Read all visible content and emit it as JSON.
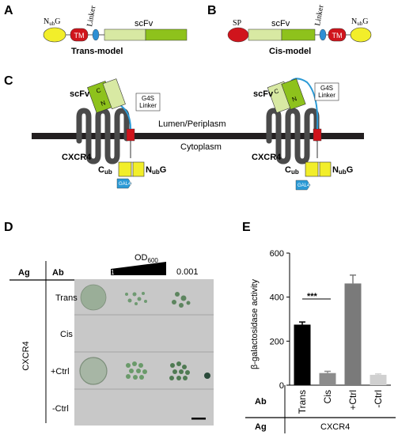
{
  "panels": {
    "A": {
      "letter": "A",
      "nubg": "N",
      "nubg_sub": "ub",
      "nubg_tail": "G",
      "tm": "TM",
      "linker": "Linker",
      "scfv": "scFv",
      "caption": "Trans-model"
    },
    "B": {
      "letter": "B",
      "sp": "SP",
      "scfv": "scFv",
      "linker": "Linker",
      "tm": "TM",
      "nubg": "N",
      "nubg_sub": "ub",
      "nubg_tail": "G",
      "caption": "Cis-model"
    },
    "C": {
      "letter": "C",
      "scfv_left": "scFv",
      "scfv_right": "scFv",
      "c_left": "C",
      "n_left": "N",
      "c_right": "C",
      "n_right": "N",
      "g4s": "G4S",
      "linker": "Linker",
      "lumen": "Lumen/Periplasm",
      "cytoplasm": "Cytoplasm",
      "cxcr4_left": "CXCR4",
      "cxcr4_right": "CXCR4",
      "cub": "C",
      "cub_sub": "ub",
      "nubg": "N",
      "nubg_sub": "ub",
      "nubg_tail": "G",
      "gal4": "GAL4"
    },
    "D": {
      "letter": "D",
      "ag": "Ag",
      "ab": "Ab",
      "od": "OD",
      "od_sub": "600",
      "dil_start": "1",
      "dil_end": "0.001",
      "antigen": "CXCR4",
      "rows": [
        "Trans",
        "Cis",
        "+Ctrl",
        "-Ctrl"
      ]
    },
    "E": {
      "letter": "E",
      "ab": "Ab",
      "ag": "Ag",
      "antigen": "CXCR4",
      "significance": "***"
    }
  },
  "colors": {
    "nubg": "#f2ee2a",
    "tm": "#d0141c",
    "linker": "#2d8fd4",
    "scfv_light": "#d8e9a3",
    "scfv_dark": "#8ec21c",
    "membrane": "#231f20",
    "receptor": "#4a4a4a",
    "g4s_line": "#2a9ad6",
    "gal4": "#2a9ad6",
    "plate_bg": "#c8c8c8",
    "colony": "#6a9a6a",
    "bar_trans": "#000000",
    "bar_cis": "#8c8c8c",
    "bar_pos": "#7a7a7a",
    "bar_neg": "#d0d0d0"
  },
  "chart_data": {
    "type": "bar",
    "title": "",
    "ylabel": "β-galactosidase activity",
    "xlabel": "",
    "categories": [
      "Trans",
      "Cis",
      "+Ctrl",
      "-Ctrl"
    ],
    "values": [
      275,
      55,
      462,
      47
    ],
    "errors": [
      12,
      8,
      38,
      4
    ],
    "ylim": [
      0,
      600
    ],
    "yticks": [
      0,
      200,
      400,
      600
    ],
    "bar_colors": [
      "#000000",
      "#8c8c8c",
      "#7a7a7a",
      "#d0d0d0"
    ]
  }
}
